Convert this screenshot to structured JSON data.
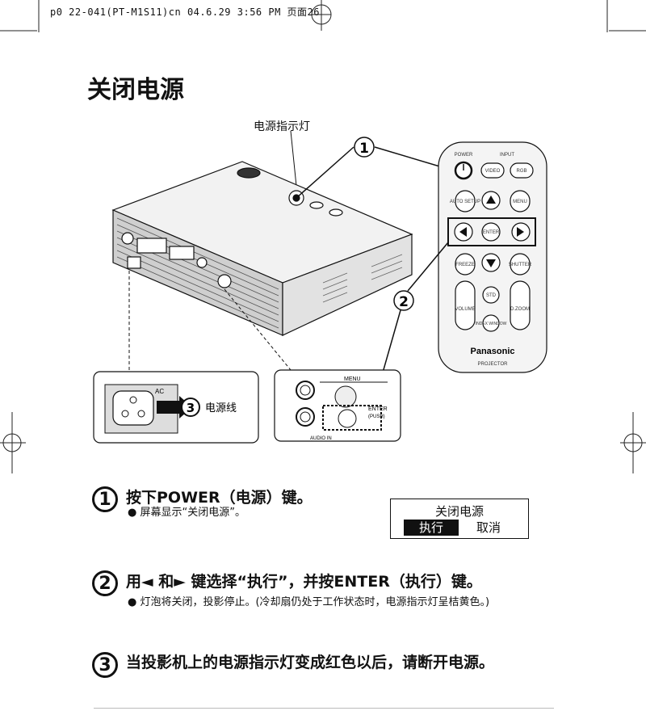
{
  "header": {
    "print_line": "p0 22-041(PT-M1S11)cn 04.6.29 3:56 PM  页面26"
  },
  "page": {
    "title": "关闭电源"
  },
  "figure": {
    "indicator_label": "电源指示灯",
    "power_cord_label": "电源线",
    "ac_label": "AC",
    "menu_label": "MENU",
    "enter_label": "ENTER",
    "push_label": "(PUSH)",
    "audio_in_label": "AUDIO IN",
    "callouts": [
      "1",
      "2",
      "3"
    ],
    "remote": {
      "power": "POWER",
      "input": "INPUT",
      "video": "VIDEO",
      "rgb": "RGB",
      "auto_setup": "AUTO SETUP",
      "menu": "MENU",
      "enter": "ENTER",
      "freeze": "FREEZE",
      "shutter": "SHUTTER",
      "std": "STD",
      "volume": "VOLUME",
      "dzoom": "D.ZOOM",
      "index_window": "INDEX WINDOW",
      "brand": "Panasonic",
      "model": "PROJECTOR"
    }
  },
  "steps": [
    {
      "num": "1",
      "title": "按下POWER（电源）键。",
      "note": "● 屏幕显示“关闭电源”。"
    },
    {
      "num": "2",
      "title": "用◄ 和► 键选择“执行”，并按ENTER（执行）键。",
      "note": "● 灯泡将关闭，投影停止。(冷却扇仍处于工作状态时，电源指示灯呈桔黄色。)"
    },
    {
      "num": "3",
      "title": "当投影机上的电源指示灯变成红色以后，请断开电源。",
      "note": ""
    }
  ],
  "osd": {
    "title": "关闭电源",
    "execute": "执行",
    "cancel": "取消"
  }
}
